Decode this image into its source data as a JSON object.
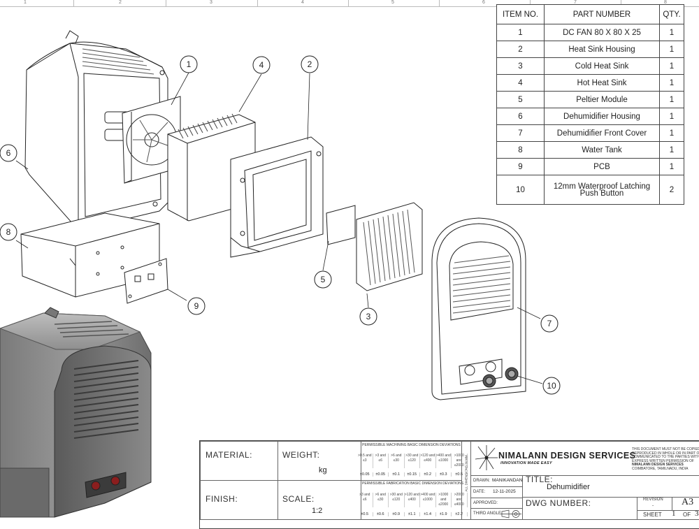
{
  "ruler_ticks": [
    "1",
    "2",
    "3",
    "4",
    "5",
    "6",
    "7",
    "8"
  ],
  "balloons": [
    "1",
    "2",
    "3",
    "4",
    "5",
    "6",
    "7",
    "8",
    "9",
    "10"
  ],
  "bom": {
    "headers": [
      "ITEM NO.",
      "PART NUMBER",
      "QTY."
    ],
    "rows": [
      {
        "item": "1",
        "part": "DC FAN 80 X 80 X 25",
        "qty": "1"
      },
      {
        "item": "2",
        "part": "Heat Sink Housing",
        "qty": "1"
      },
      {
        "item": "3",
        "part": "Cold Heat Sink",
        "qty": "1"
      },
      {
        "item": "4",
        "part": "Hot Heat Sink",
        "qty": "1"
      },
      {
        "item": "5",
        "part": "Peltier Module",
        "qty": "1"
      },
      {
        "item": "6",
        "part": "Dehumidifier Housing",
        "qty": "1"
      },
      {
        "item": "7",
        "part": "Dehumidifier Front Cover",
        "qty": "1"
      },
      {
        "item": "8",
        "part": "Water Tank",
        "qty": "1"
      },
      {
        "item": "9",
        "part": "PCB",
        "qty": "1"
      },
      {
        "item": "10",
        "part": "12mm Waterproof Latching Push Button",
        "qty": "2"
      }
    ]
  },
  "title_block": {
    "material_label": "MATERIAL:",
    "weight_label": "WEIGHT:",
    "weight_value": "kg",
    "finish_label": "FINISH:",
    "scale_label": "SCALE:",
    "scale_value": "1:2",
    "machining_title": "PERMISSIBLE MACHINING BASIC DIMENSION DEVIATIONS",
    "fabrication_title": "PERMISSIBLE FABRICATION BASIC DIMENSION DEVIATIONS",
    "units_note": "ALL DIMENSIONS IN MM",
    "machining_ranges": [
      ">0.5 and ≤3",
      ">3 and ≤6",
      ">6 and ≤30",
      ">30 and ≤120",
      ">120 and ≤400",
      ">400 and ≤1000",
      ">1000 and ≤2000"
    ],
    "machining_values": [
      "±0.05",
      "±0.05",
      "±0.1",
      "±0.15",
      "±0.2",
      "±0.3",
      "±0.5"
    ],
    "fabrication_ranges": [
      ">3 and ≤6",
      ">6 and ≤30",
      ">30 and ≤120",
      ">120 and ≤400",
      ">400 and ≤1000",
      ">1000 and ≤2000",
      ">2000 and ≤4000"
    ],
    "fabrication_values": [
      "±0.5",
      "±0.6",
      "±0.9",
      "±1.1",
      "±1.4",
      "±1.9",
      "±2.2"
    ],
    "company": "NIMALANN DESIGN SERVICES",
    "tagline": "INNOVATION MADE EASY",
    "notice": "THIS DOCUMENT MUST NOT BE COPIED OR REPRODUCED IN WHOLE OR IN PART OR COMMUNICATED TO THE PARTIES WITHOUT EXPRESS WRITTEN PERMISSION OF",
    "notice_company": "NIMALANN DESIGN SERVICES",
    "notice_location": "COIMBATORE, TAMILNADU, INDIA",
    "drawn_label": "DRAWN:",
    "drawn_value": "MANIKANDAN",
    "date_label": "DATE:",
    "date_value": "12-11-2025",
    "approved_label": "APPROVED:",
    "third_angle_label": "THIRD ANGLE",
    "title_label": "TITLE:",
    "title_value": "Dehumidifier",
    "dwg_label": "DWG NUMBER:",
    "revision_label": "REVISION",
    "revision_value": "-",
    "size_value": "A3",
    "sheet_label": "SHEET",
    "sheet_value": "1",
    "of_label": "OF",
    "sheet_total": "3"
  }
}
